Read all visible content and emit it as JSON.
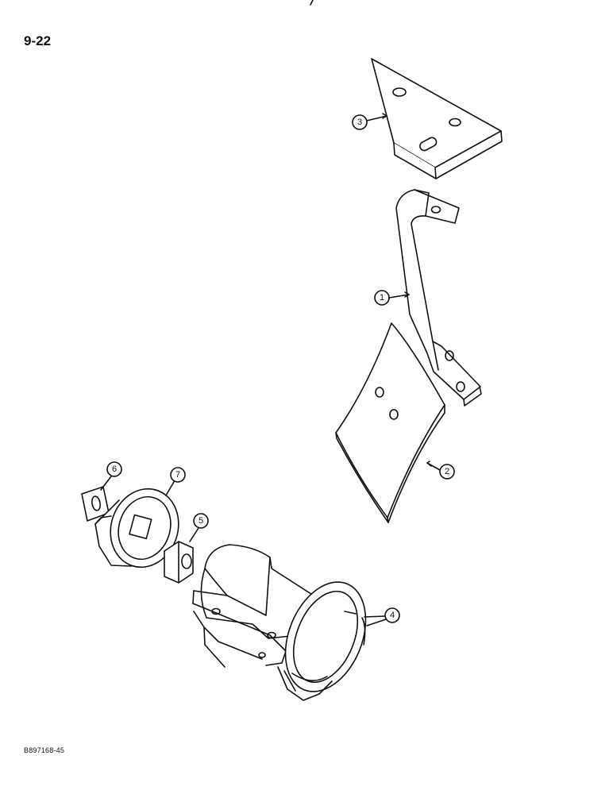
{
  "page_number": "9-22",
  "figure_code": "B897168-45",
  "callouts": [
    "1",
    "2",
    "3",
    "4",
    "5",
    "6",
    "7"
  ]
}
